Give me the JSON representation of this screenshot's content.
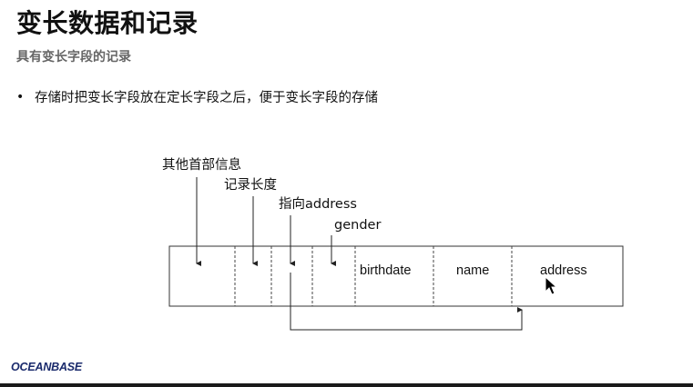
{
  "slide": {
    "title": "变长数据和记录",
    "subtitle": "具有变长字段的记录",
    "bullet_marker": "•",
    "bullet_text": "存储时把变长字段放在定长字段之后，便于变长字段的存储"
  },
  "diagram": {
    "labels": {
      "other_header": "其他首部信息",
      "record_length": "记录长度",
      "pointer_address": "指向address",
      "gender": "gender"
    },
    "cells": {
      "birthdate": "birthdate",
      "name": "name",
      "address": "address"
    }
  },
  "footer": {
    "logo_text": "OCEANBASE"
  }
}
